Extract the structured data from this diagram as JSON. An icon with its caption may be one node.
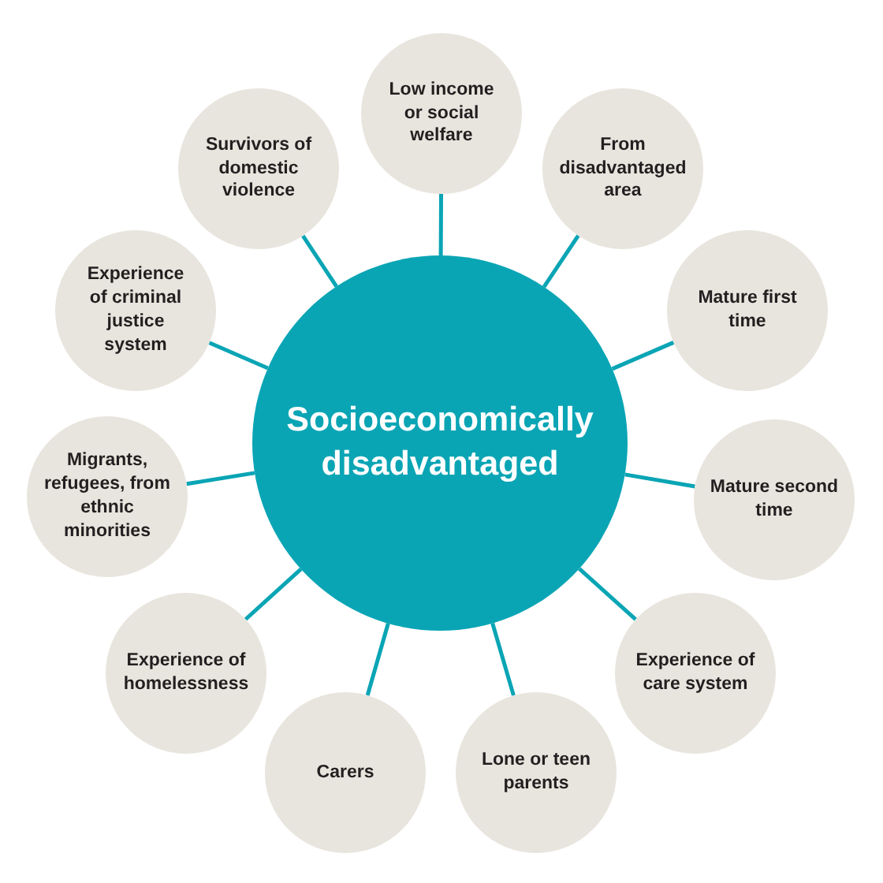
{
  "diagram": {
    "nodes": [
      {
        "text": [
          "Socioeconomically disadvantaged"
        ]
      },
      {
        "text": [
          "Low income or social welfare"
        ]
      },
      {
        "text": [
          "From disadvantaged area"
        ]
      },
      {
        "text": [
          "Mature first time"
        ]
      },
      {
        "text": [
          "Mature second time"
        ]
      },
      {
        "text": [
          "Experience of care system"
        ]
      },
      {
        "text": [
          "Lone or teen parents"
        ]
      },
      {
        "text": [
          "Carers"
        ]
      },
      {
        "text": [
          "Experience of homelessness"
        ]
      },
      {
        "text": [
          "Migrants, refugees, from ethnic minorities"
        ]
      },
      {
        "text": [
          "Experience of criminal justice system"
        ]
      },
      {
        "text": [
          "Survivors of domestic violence"
        ]
      }
    ],
    "edges": [
      {
        "from": 0,
        "to": 1,
        "arrow": "none"
      },
      {
        "from": 0,
        "to": 2,
        "arrow": "none"
      },
      {
        "from": 0,
        "to": 3,
        "arrow": "none"
      },
      {
        "from": 0,
        "to": 4,
        "arrow": "none"
      },
      {
        "from": 0,
        "to": 5,
        "arrow": "none"
      },
      {
        "from": 0,
        "to": 6,
        "arrow": "none"
      },
      {
        "from": 0,
        "to": 7,
        "arrow": "none"
      },
      {
        "from": 0,
        "to": 8,
        "arrow": "none"
      },
      {
        "from": 0,
        "to": 9,
        "arrow": "none"
      },
      {
        "from": 0,
        "to": 10,
        "arrow": "none"
      },
      {
        "from": 0,
        "to": 11,
        "arrow": "none"
      }
    ]
  }
}
